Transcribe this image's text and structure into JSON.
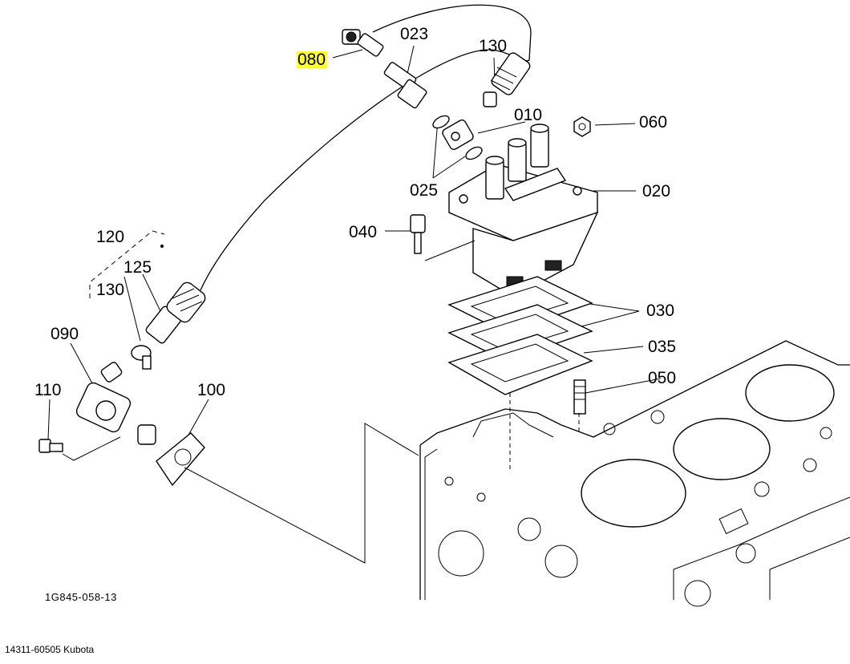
{
  "callouts": [
    {
      "id": "080",
      "highlighted": true
    },
    {
      "id": "023"
    },
    {
      "id": "130"
    },
    {
      "id": "010"
    },
    {
      "id": "060"
    },
    {
      "id": "025"
    },
    {
      "id": "020"
    },
    {
      "id": "040"
    },
    {
      "id": "120"
    },
    {
      "id": "125"
    },
    {
      "id": "130"
    },
    {
      "id": "030"
    },
    {
      "id": "035"
    },
    {
      "id": "090"
    },
    {
      "id": "050"
    },
    {
      "id": "110"
    },
    {
      "id": "100"
    }
  ],
  "drawing_number": "1G845-058-13",
  "footer": "14311-60505 Kubota",
  "highlight_color": "#ffff33"
}
